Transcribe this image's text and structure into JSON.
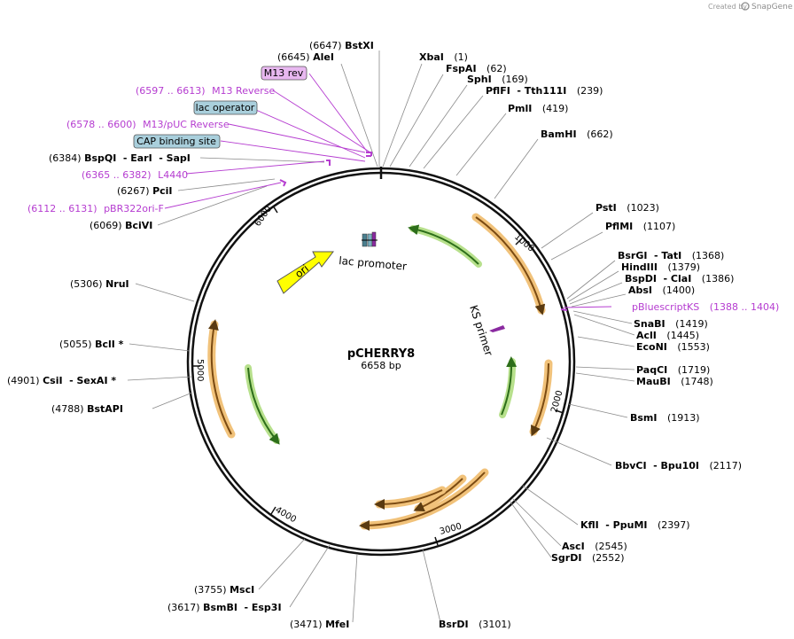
{
  "watermark": {
    "created_by": "Created by",
    "brand": "SnapGene"
  },
  "plasmid": {
    "name": "pCHERRY8",
    "size": "6658 bp"
  },
  "ticks": [
    "1000",
    "2000",
    "3000",
    "4000",
    "5000",
    "6000"
  ],
  "features": {
    "ori": "ori",
    "lac_promoter": "lac promoter",
    "ks_primer": "KS primer"
  },
  "boxed_labels": {
    "m13_rev": "M13 rev",
    "lac_operator": "lac operator",
    "cap_site": "CAP binding site"
  },
  "sites": [
    {
      "pos": "(6647)",
      "name": "BstXI"
    },
    {
      "pos": "(6645)",
      "name": "AleI"
    },
    {
      "name": "XbaI",
      "pos": "(1)"
    },
    {
      "name": "FspAI",
      "pos": "(62)"
    },
    {
      "name": "SphI",
      "pos": "(169)"
    },
    {
      "name": "PflFI",
      "name2": "- Tth111I",
      "pos": "(239)"
    },
    {
      "name": "PmlI",
      "pos": "(419)"
    },
    {
      "name": "BamHI",
      "pos": "(662)"
    },
    {
      "name": "PstI",
      "pos": "(1023)"
    },
    {
      "name": "PflMI",
      "pos": "(1107)"
    },
    {
      "name": "BsrGI",
      "name2": "- TatI",
      "pos": "(1368)"
    },
    {
      "name": "HindIII",
      "pos": "(1379)"
    },
    {
      "name": "BspDI",
      "name2": "- ClaI",
      "pos": "(1386)"
    },
    {
      "name": "AbsI",
      "pos": "(1400)"
    },
    {
      "name": "SnaBI",
      "pos": "(1419)"
    },
    {
      "name": "AclI",
      "pos": "(1445)"
    },
    {
      "name": "EcoNI",
      "pos": "(1553)"
    },
    {
      "name": "PaqCI",
      "pos": "(1719)"
    },
    {
      "name": "MauBI",
      "pos": "(1748)"
    },
    {
      "name": "BsmI",
      "pos": "(1913)"
    },
    {
      "name": "BbvCI",
      "name2": "- Bpu10I",
      "pos": "(2117)"
    },
    {
      "name": "KflI",
      "name2": "- PpuMI",
      "pos": "(2397)"
    },
    {
      "name": "AscI",
      "pos": "(2545)"
    },
    {
      "name": "SgrDI",
      "pos": "(2552)"
    },
    {
      "name": "BsrDI",
      "pos": "(3101)"
    },
    {
      "pos": "(3471)",
      "name": "MfeI"
    },
    {
      "pos": "(3617)",
      "name": "BsmBI",
      "name2": "- Esp3I"
    },
    {
      "pos": "(3755)",
      "name": "MscI"
    },
    {
      "pos": "(4788)",
      "name": "BstAPI"
    },
    {
      "pos": "(4901)",
      "name": "CsiI",
      "name2": "- SexAI *"
    },
    {
      "pos": "(5055)",
      "name": "BclI *"
    },
    {
      "pos": "(5306)",
      "name": "NruI"
    },
    {
      "pos": "(6069)",
      "name": "BciVI"
    },
    {
      "pos": "(6267)",
      "name": "PciI"
    },
    {
      "pos": "(6384)",
      "name": "BspQI",
      "name2": "- EarI",
      "name3": "- SapI"
    }
  ],
  "primers": [
    {
      "range": "(6597 .. 6613)",
      "name": "M13 Reverse"
    },
    {
      "range": "(6578 .. 6600)",
      "name": "M13/pUC Reverse"
    },
    {
      "range": "(6365 .. 6382)",
      "name": "L4440"
    },
    {
      "range": "(6112 .. 6131)",
      "name": "pBR322ori-F"
    },
    {
      "name": "pBluescriptKS",
      "range": "(1388 .. 1404)"
    }
  ],
  "colors": {
    "primer": "#b53cd0",
    "orf_orange": "#f1c27a",
    "orf_green": "#b7e08c",
    "ori_yellow": "#ffff00",
    "lac_operator_box": "#a9cfdc",
    "m13_box": "#e8b8f0"
  }
}
